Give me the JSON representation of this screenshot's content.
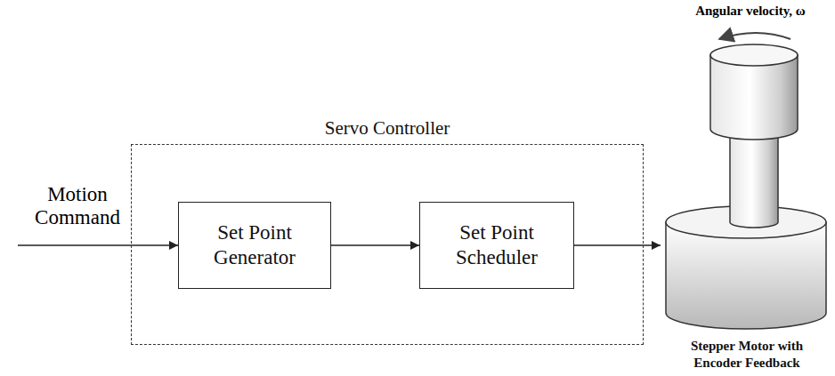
{
  "diagram": {
    "nodes": [
      {
        "text": [
          "Servo Controller"
        ]
      },
      {
        "text": [
          "Set Point Generator"
        ],
        "in": 0
      },
      {
        "text": [
          "Set Point Scheduler"
        ],
        "in": 0
      },
      {
        "text": [
          "Stepper Motor with Encoder Feedback"
        ]
      }
    ],
    "edges": [
      {
        "from": 1,
        "to": 2,
        "arrow": "to"
      },
      {
        "from": 2,
        "to": 3,
        "arrow": "to"
      }
    ],
    "labels": [
      "Motion Command",
      "Angular velocity, ω"
    ]
  }
}
